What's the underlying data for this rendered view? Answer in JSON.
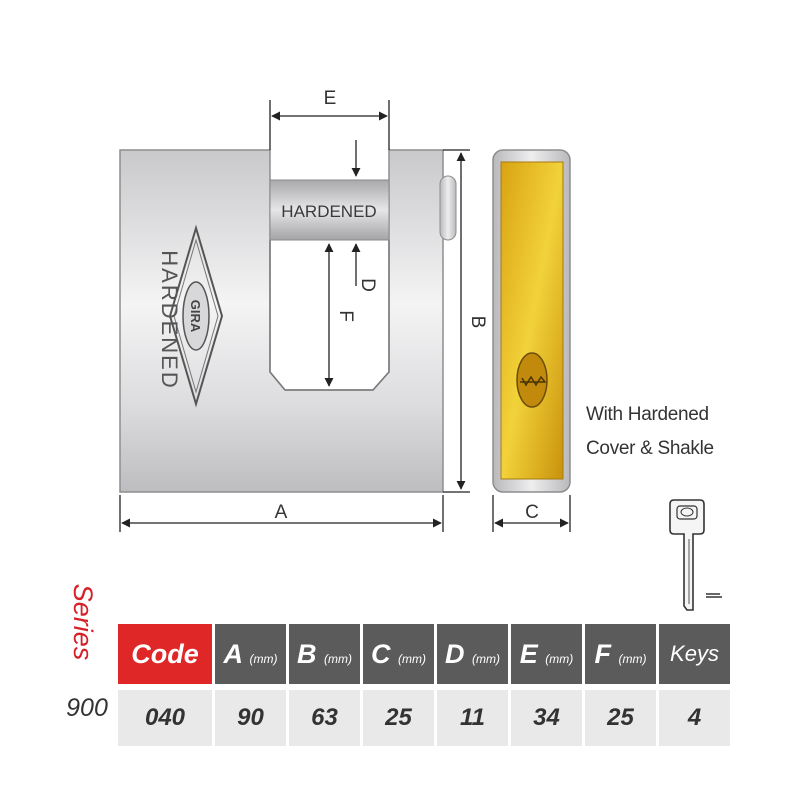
{
  "diagram": {
    "shackle_text": "HARDENED",
    "body_text": "HARDENED",
    "logo_text": "GIRA",
    "dim_labels": {
      "A": "A",
      "B": "B",
      "C": "C",
      "D": "D",
      "E": "E",
      "F": "F"
    },
    "note_line1": "With Hardened",
    "note_line2": "Cover & Shakle"
  },
  "colors": {
    "accent_red": "#e02727",
    "header_gray": "#5b5b5c",
    "row_gray": "#e9e9ea",
    "brass": "#e6b820"
  },
  "series": {
    "label": "Series",
    "number": "900"
  },
  "table": {
    "headers": [
      {
        "letter": "Code",
        "unit": ""
      },
      {
        "letter": "A",
        "unit": "(mm)"
      },
      {
        "letter": "B",
        "unit": "(mm)"
      },
      {
        "letter": "C",
        "unit": "(mm)"
      },
      {
        "letter": "D",
        "unit": "(mm)"
      },
      {
        "letter": "E",
        "unit": "(mm)"
      },
      {
        "letter": "F",
        "unit": "(mm)"
      },
      {
        "letter": "Keys",
        "unit": ""
      }
    ],
    "row": [
      "040",
      "90",
      "63",
      "25",
      "11",
      "34",
      "25",
      "4"
    ]
  },
  "icons": {
    "key": "key-icon",
    "padlock": "padlock-icon"
  }
}
